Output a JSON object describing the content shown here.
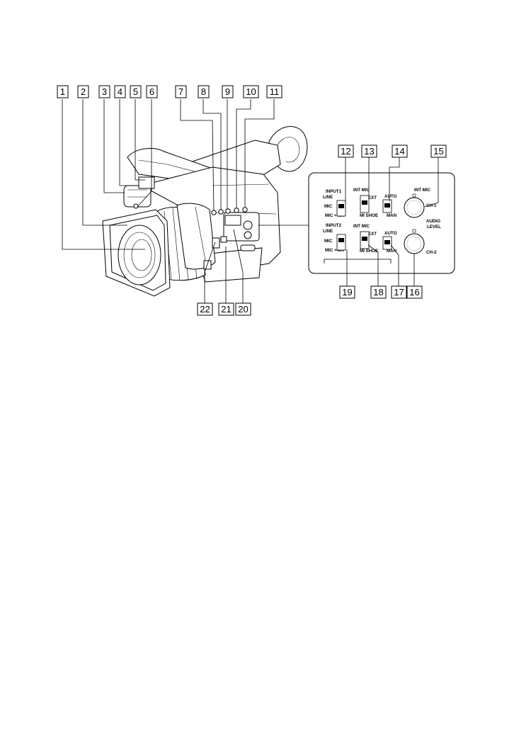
{
  "callouts": [
    "1",
    "2",
    "3",
    "4",
    "5",
    "6",
    "7",
    "8",
    "9",
    "10",
    "11",
    "12",
    "13",
    "14",
    "15",
    "16",
    "17",
    "18",
    "19",
    "20",
    "21",
    "22"
  ],
  "panel": {
    "input1": "INPUT1",
    "input2": "INPUT2",
    "line": "LINE",
    "mic": "MIC",
    "mic48": "MIC +48V",
    "int_mic": "INT MIC",
    "ext": "EXT",
    "mi_shoe": "MI SHOE",
    "auto": "AUTO",
    "man": "MAN",
    "int_mic_top": "INT MIC",
    "ch1": "CH-1",
    "audio": "AUDIO",
    "level": "LEVEL",
    "ch2": "CH-2"
  }
}
